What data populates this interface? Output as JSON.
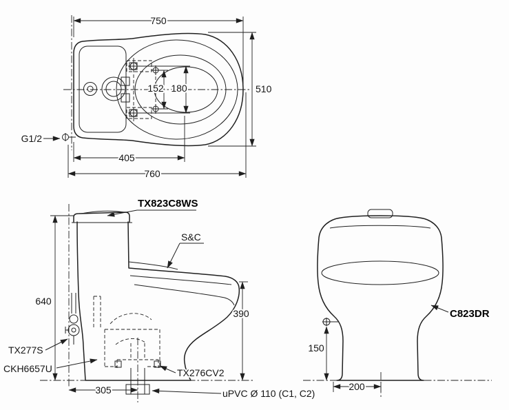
{
  "colors": {
    "ink": "#1f1f1f",
    "background": "#fdfdfd"
  },
  "top_view": {
    "dims": {
      "width": "750",
      "depth": "510",
      "hinge_inner": "152",
      "hinge_outer": "180",
      "bolt_offset": "405",
      "overall_length": "760"
    },
    "labels": {
      "water_inlet": "G1/2"
    }
  },
  "side_view": {
    "labels": {
      "model": "TX823C8WS",
      "seat": "S&C",
      "stop_valve": "TX277S",
      "fixing_kit": "CKH6657U",
      "flush_fitting": "TX276CV2",
      "drain_pipe": "uPVC Ø 110 (C1, C2)"
    },
    "dims": {
      "overall_height": "640",
      "rim_height": "390",
      "trap_distance": "305"
    }
  },
  "rear_view": {
    "labels": {
      "model": "C823DR"
    },
    "dims": {
      "inlet_height": "150",
      "inlet_offset": "200"
    }
  }
}
